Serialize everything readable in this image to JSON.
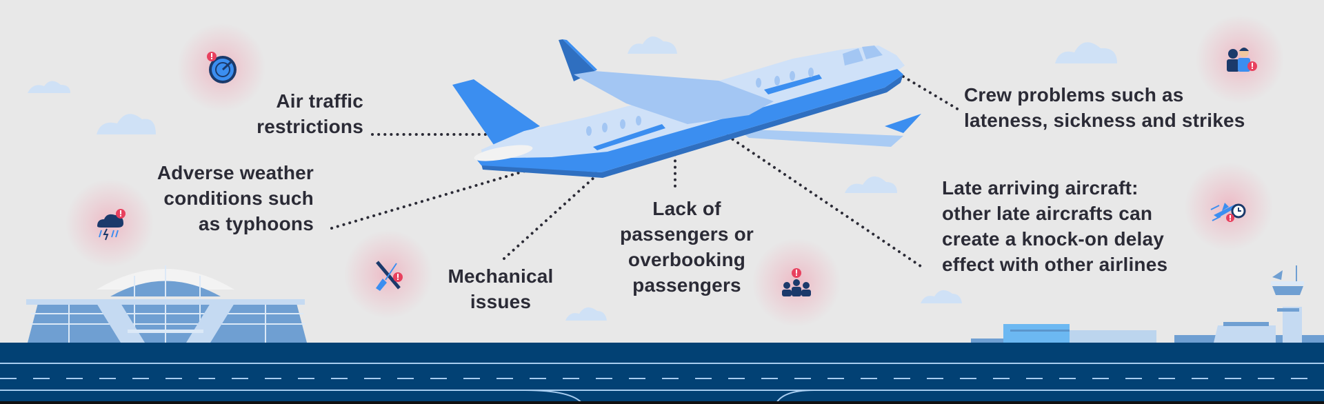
{
  "labels": {
    "air_traffic": [
      "Air traffic",
      "restrictions"
    ],
    "weather": [
      "Adverse weather",
      "conditions such",
      "as typhoons"
    ],
    "mechanical": [
      "Mechanical",
      "issues"
    ],
    "passengers": [
      "Lack of",
      "passengers or",
      "overbooking",
      "passengers"
    ],
    "crew": [
      "Crew problems such as",
      "lateness, sickness and strikes"
    ],
    "late_aircraft": [
      "Late arriving aircraft:",
      "other late aircrafts can",
      "create a knock-on delay",
      "effect with other airlines"
    ]
  },
  "icons": [
    "radar-alert-icon",
    "storm-alert-icon",
    "tools-alert-icon",
    "passengers-alert-icon",
    "crew-alert-icon",
    "plane-clock-alert-icon"
  ],
  "colors": {
    "background": "#e8e8e8",
    "runway": "#024174",
    "plane_blue": "#3b8ef0",
    "plane_light": "#cfe1f8",
    "alert": "#e8405e",
    "text": "#2b2b36"
  }
}
